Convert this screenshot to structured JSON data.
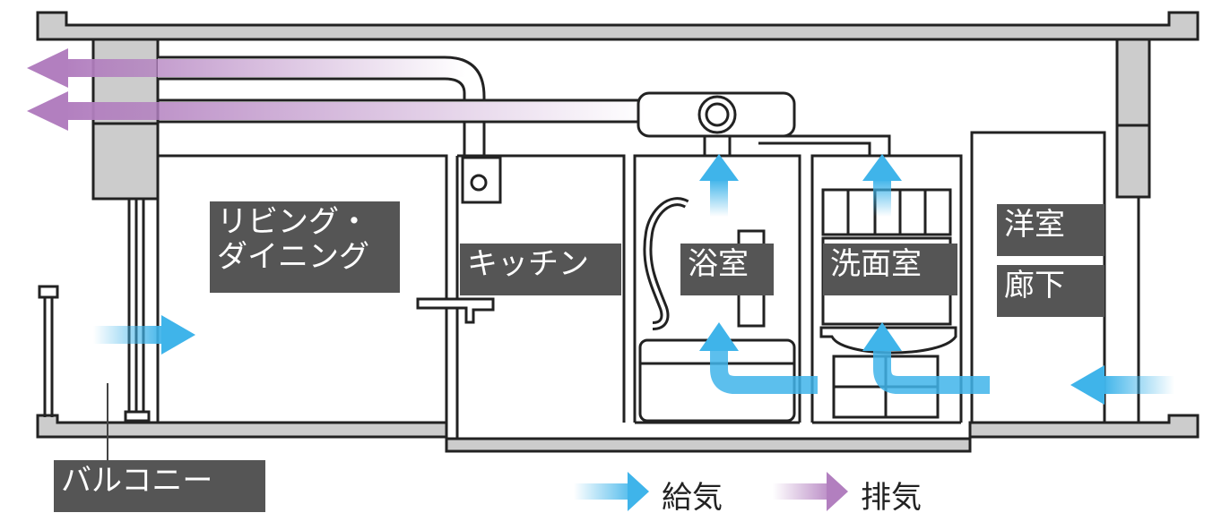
{
  "rooms": {
    "living": "リビング・ダイニング",
    "living_line1": "リビング・",
    "living_line2": "ダイニング",
    "kitchen": "キッチン",
    "bath": "浴室",
    "washroom": "洗面室",
    "western": "洋室",
    "corridor": "廊下",
    "balcony": "バルコニー"
  },
  "legend": {
    "supply": "給気",
    "exhaust": "排気"
  },
  "colors": {
    "supply": "#3fb4ea",
    "exhaust": "#b88cc4",
    "wall": "#cccccc",
    "label_bg": "#555555"
  }
}
